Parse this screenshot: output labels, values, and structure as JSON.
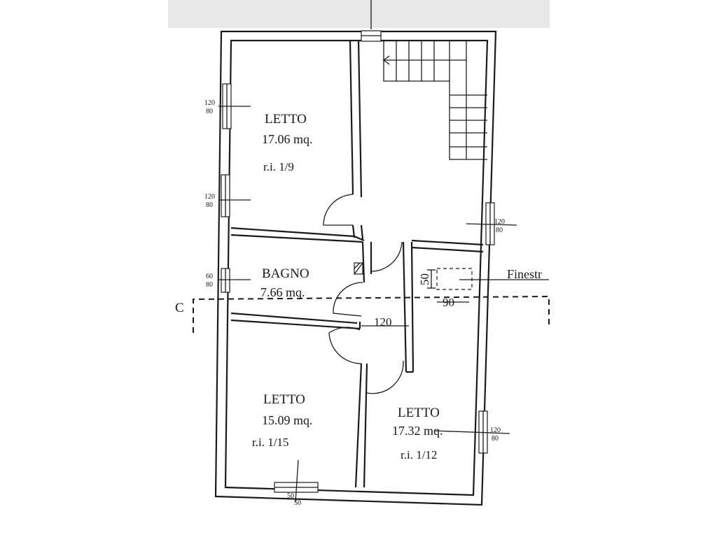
{
  "rooms": [
    {
      "name": "LETTO",
      "area": "17.06 mq.",
      "ri": "r.i. 1/9"
    },
    {
      "name": "BAGNO",
      "area": "7.66 mq."
    },
    {
      "name": "LETTO",
      "area": "15.09 mq.",
      "ri": "r.i. 1/15"
    },
    {
      "name": "LETTO",
      "area": "17.32 mq.",
      "ri": "r.i. 1/12"
    }
  ],
  "windows": [
    {
      "w": "120",
      "h": "80"
    },
    {
      "w": "120",
      "h": "80"
    },
    {
      "w": "60",
      "h": "80"
    },
    {
      "w": "120",
      "h": "80"
    },
    {
      "w": "120",
      "h": "80"
    },
    {
      "w": "50",
      "h": "50"
    }
  ],
  "dimensions": {
    "corridor_width": "120",
    "skylight_w": "90",
    "skylight_h": "50"
  },
  "section_label": "C",
  "callout_text": "Finestr"
}
